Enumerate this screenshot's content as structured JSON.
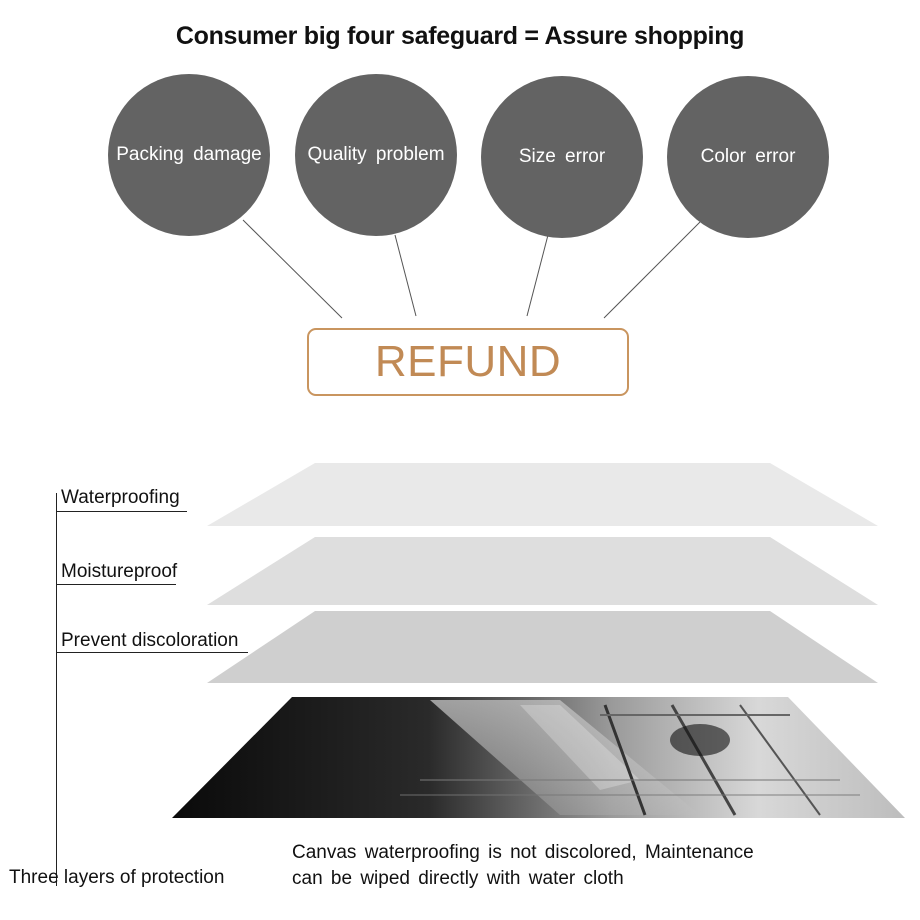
{
  "header": {
    "title": "Consumer big four safeguard = Assure shopping"
  },
  "safeguards": [
    {
      "label": "Packing  damage"
    },
    {
      "label": "Quality  problem"
    },
    {
      "label": "Size  error"
    },
    {
      "label": "Color  error"
    }
  ],
  "refund": {
    "label": "REFUND"
  },
  "layers": [
    {
      "label": "Waterproofing"
    },
    {
      "label": "Moistureproof"
    },
    {
      "label": "Prevent  discoloration"
    }
  ],
  "protection": {
    "label": "Three layers of protection"
  },
  "caption": {
    "line1": "Canvas  waterproofing  is  not  discolored,  Maintenance",
    "line2": "can  be  wiped  directly  with  water  cloth"
  },
  "colors": {
    "circle": "#636363",
    "refund_accent": "#c18a55",
    "layer_top": "#e9e9e9",
    "layer_mid": "#dedede",
    "layer_bottom": "#cfcfcf"
  }
}
